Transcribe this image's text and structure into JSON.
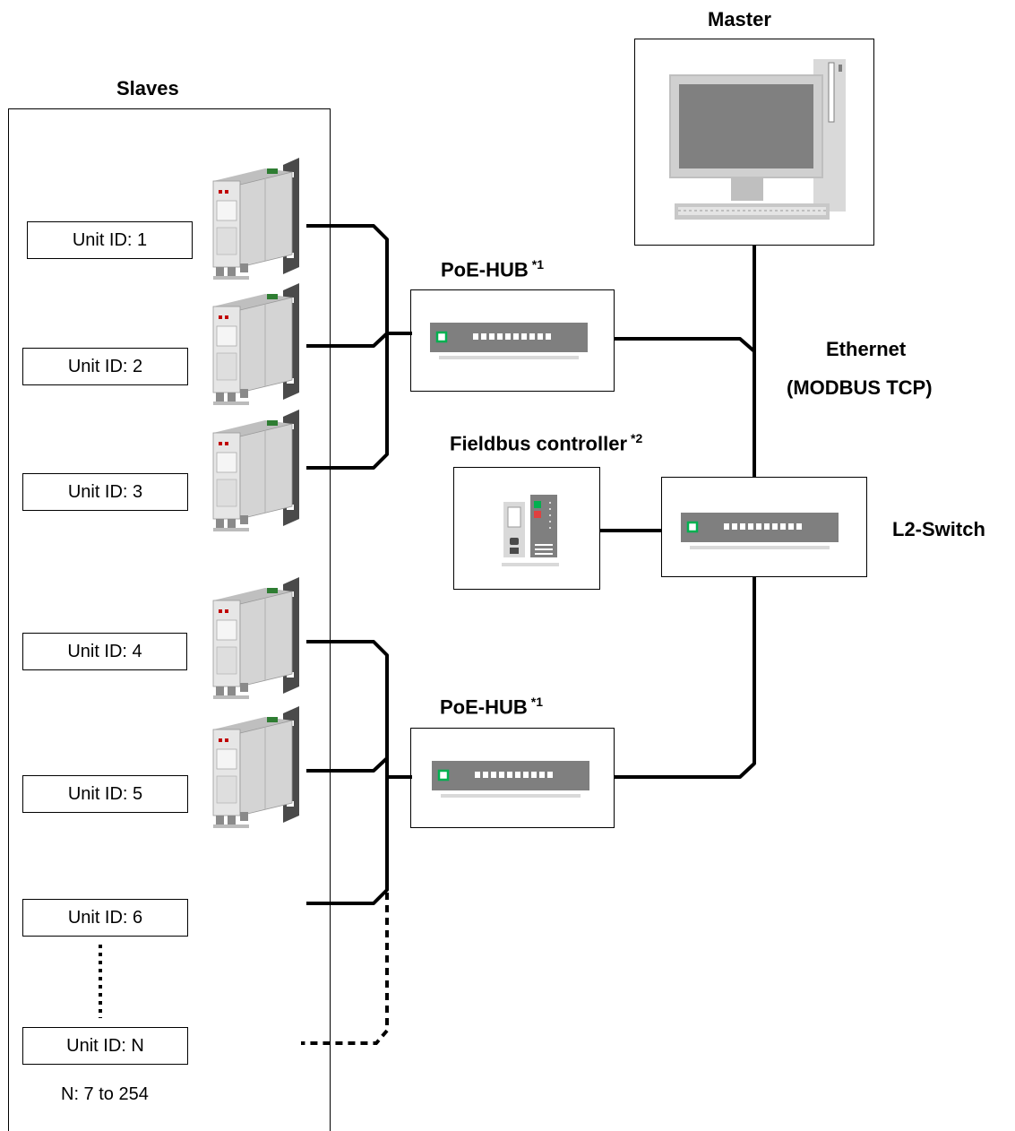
{
  "labels": {
    "master": "Master",
    "slaves": "Slaves",
    "poe_hub_1": "PoE-HUB",
    "poe_hub_1_note": "*1",
    "poe_hub_2": "PoE-HUB",
    "poe_hub_2_note": "*1",
    "fieldbus": "Fieldbus controller",
    "fieldbus_note": "*2",
    "ethernet": "Ethernet",
    "protocol": "(MODBUS TCP)",
    "l2switch": "L2-Switch",
    "range_note": "N: 7 to 254"
  },
  "units": [
    "Unit ID: 1",
    "Unit ID: 2",
    "Unit ID: 3",
    "Unit ID: 4",
    "Unit ID: 5",
    "Unit ID: 6",
    "Unit ID: N"
  ],
  "colors": {
    "line": "#000000",
    "device_body": "#d9d9d9",
    "device_panel": "#f0f0f0",
    "bracket": "#4a4a4a",
    "hub_body": "#7f7f7f",
    "led_green": "#00b050",
    "led_red": "#e04040"
  }
}
